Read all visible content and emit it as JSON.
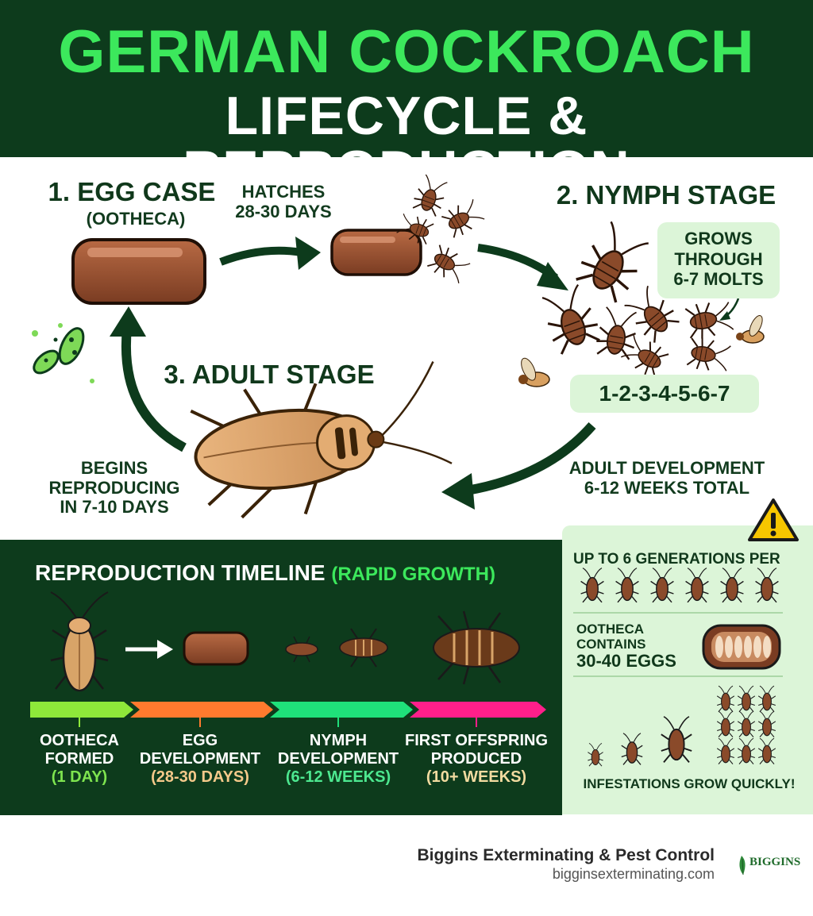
{
  "header": {
    "title_line1": "GERMAN COCKROACH",
    "title_line2": "LIFECYCLE & REPRODUCTION"
  },
  "cycle": {
    "egg_case": {
      "title": "1. EGG CASE",
      "subtitle": "(OOTHECA)"
    },
    "hatches": {
      "line1": "HATCHES",
      "line2": "28-30 DAYS"
    },
    "nymph": {
      "title": "2. NYMPH STAGE"
    },
    "molts": {
      "line1": "GROWS",
      "line2": "THROUGH",
      "line3": "6-7 MOLTS"
    },
    "molt_sequence": "1-2-3-4-5-6-7",
    "adult_dev": {
      "line1": "ADULT DEVELOPMENT",
      "line2": "6-12 WEEKS TOTAL"
    },
    "adult": {
      "title": "3. ADULT STAGE"
    },
    "begins": {
      "line1": "BEGINS",
      "line2": "REPRODUCING",
      "line3": "IN 7-10 DAYS"
    }
  },
  "timeline": {
    "title": "REPRODUCTION TIMELINE",
    "title_accent": "(RAPID GROWTH)",
    "segments": [
      {
        "line1": "OOTHECA",
        "line2": "FORMED",
        "sub": "(1 DAY)",
        "color": "#8ee83a"
      },
      {
        "line1": "EGG",
        "line2": "DEVELOPMENT",
        "sub": "(28-30 DAYS)",
        "color": "#ff7a2e"
      },
      {
        "line1": "NYMPH",
        "line2": "DEVELOPMENT",
        "sub": "(6-12 WEEKS)",
        "color": "#1fe07a"
      },
      {
        "line1": "FIRST OFFSPRING",
        "line2": "PRODUCED",
        "sub": "(10+ WEEKS)",
        "color": "#ff1f8a"
      }
    ]
  },
  "side": {
    "generations": "UP TO 6 GENERATIONS PER",
    "ootheca_line1": "OOTHECA",
    "ootheca_line2": "CONTAINS",
    "ootheca_line3": "30-40 EGGS",
    "infestations": "INFESTATIONS GROW QUICKLY!"
  },
  "footer": {
    "brand": "Biggins Exterminating & Pest Control",
    "url": "bigginsexterminating.com",
    "logo_text": "BIGGINS"
  },
  "colors": {
    "dark_green": "#0d3b1c",
    "bright_green": "#3ce85c",
    "light_green": "#dcf5d8",
    "egg_brown": "#8a4a2a",
    "warning_yellow": "#f7c600"
  }
}
